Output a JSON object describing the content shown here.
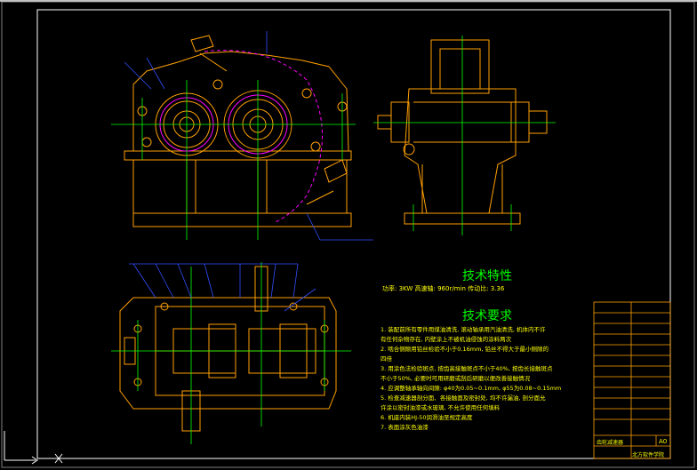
{
  "drawing": {
    "tech_features_title": "技术特性",
    "spec_line": "功率: 3KW  高速轴: 960r/min  传动比: 3.36",
    "tech_requirements_title": "技术要求",
    "requirements": [
      "1. 装配前所有零件用煤油清洗, 滚动轴承用汽油清洗, 机体内不许",
      "   有任何杂物存在, 内壁涂上不被机油侵蚀的涂料两次",
      "2. 啮合侧隙用铅丝检验不小于0.16mm, 铅丝不得大于最小侧隙的",
      "   四倍",
      "3. 用涂色法检验斑点, 按齿高接触斑点不小于40%, 按齿长接触斑点",
      "   不小于50%, 必要时可用研磨或刮后研磨以便改善接触情况",
      "4. 应调整轴承轴向间隙: φ40为0.05~0.1mm, φ55为0.08~0.15mm",
      "5. 检查减速器剖分面、各接触面及密封处, 均不许漏油, 剖分面允",
      "   许涂以密封油漆或水玻璃, 不允许使用任何填料",
      "6. 机座内装HJ-50润滑油至规定高度",
      "7. 表面涂灰色油漆"
    ],
    "title_block": {
      "name": "齿轮减速器",
      "size": "A0",
      "school": "北方软件学院"
    }
  },
  "colors": {
    "outline": "#ffa000",
    "centerline": "#00ff00",
    "dimension": "#3050ff",
    "hidden": "#ff00ff",
    "frame": "#ffffff",
    "text_yellow": "#ffff00",
    "text_green": "#00ff00"
  }
}
